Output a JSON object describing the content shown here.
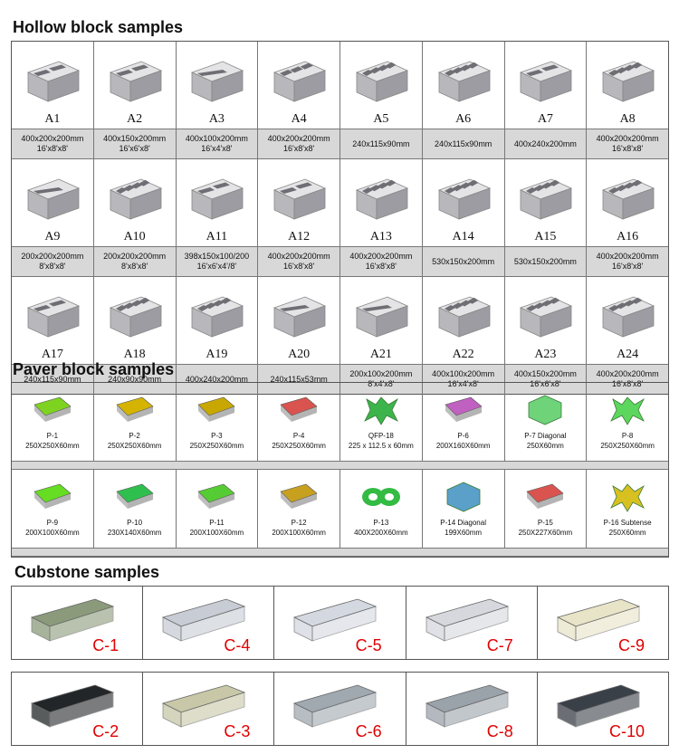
{
  "hollow": {
    "title": "Hollow block samples",
    "rows": [
      [
        {
          "code": "A1",
          "l1": "400x200x200mm",
          "l2": "16'x8'x8'"
        },
        {
          "code": "A2",
          "l1": "400x150x200mm",
          "l2": "16'x6'x8'"
        },
        {
          "code": "A3",
          "l1": "400x100x200mm",
          "l2": "16'x4'x8'"
        },
        {
          "code": "A4",
          "l1": "400x200x200mm",
          "l2": "16'x8'x8'"
        },
        {
          "code": "A5",
          "l1": "240x115x90mm",
          "l2": ""
        },
        {
          "code": "A6",
          "l1": "240x115x90mm",
          "l2": ""
        },
        {
          "code": "A7",
          "l1": "400x240x200mm",
          "l2": ""
        },
        {
          "code": "A8",
          "l1": "400x200x200mm",
          "l2": "16'x8'x8'"
        }
      ],
      [
        {
          "code": "A9",
          "l1": "200x200x200mm",
          "l2": "8'x8'x8'"
        },
        {
          "code": "A10",
          "l1": "200x200x200mm",
          "l2": "8'x8'x8'"
        },
        {
          "code": "A11",
          "l1": "398x150x100/200",
          "l2": "16'x6'x4'/8'"
        },
        {
          "code": "A12",
          "l1": "400x200x200mm",
          "l2": "16'x8'x8'"
        },
        {
          "code": "A13",
          "l1": "400x200x200mm",
          "l2": "16'x8'x8'"
        },
        {
          "code": "A14",
          "l1": "530x150x200mm",
          "l2": ""
        },
        {
          "code": "A15",
          "l1": "530x150x200mm",
          "l2": ""
        },
        {
          "code": "A16",
          "l1": "400x200x200mm",
          "l2": "16'x8'x8'"
        }
      ],
      [
        {
          "code": "A17",
          "l1": "240x115x90mm",
          "l2": ""
        },
        {
          "code": "A18",
          "l1": "240x90x90mm",
          "l2": ""
        },
        {
          "code": "A19",
          "l1": "400x240x200mm",
          "l2": ""
        },
        {
          "code": "A20",
          "l1": "240x115x53mm",
          "l2": ""
        },
        {
          "code": "A21",
          "l1": "200x100x200mm",
          "l2": "8'x4'x8'"
        },
        {
          "code": "A22",
          "l1": "400x100x200mm",
          "l2": "16'x4'x8'"
        },
        {
          "code": "A23",
          "l1": "400x150x200mm",
          "l2": "16'x6'x8'"
        },
        {
          "code": "A24",
          "l1": "400x200x200mm",
          "l2": "16'x8'x8'"
        }
      ]
    ]
  },
  "paver": {
    "title": "Paver block samples",
    "rows": [
      [
        {
          "l1": "P-1",
          "l2": "250X250X60mm",
          "color": "#7ed321"
        },
        {
          "l1": "P-2",
          "l2": "250X250X60mm",
          "color": "#d4b400"
        },
        {
          "l1": "P-3",
          "l2": "250X250X60mm",
          "color": "#c8a800"
        },
        {
          "l1": "P-4",
          "l2": "250X250X60mm",
          "color": "#d9534f"
        },
        {
          "l1": "QFP-18",
          "l2": "225 x 112.5 x 60mm",
          "color": "#3cb44b"
        },
        {
          "l1": "P-6",
          "l2": "200X160X60mm",
          "color": "#c060c0"
        },
        {
          "l1": "P-7 Diagonal",
          "l2": "250X60mm",
          "color": "#6fd37a"
        },
        {
          "l1": "P-8",
          "l2": "250X250X60mm",
          "color": "#5cd65c"
        }
      ],
      [
        {
          "l1": "P-9",
          "l2": "200X100X60mm",
          "color": "#66dd22"
        },
        {
          "l1": "P-10",
          "l2": "230X140X60mm",
          "color": "#2fbf4f"
        },
        {
          "l1": "P-11",
          "l2": "200X100X60mm",
          "color": "#55cc33"
        },
        {
          "l1": "P-12",
          "l2": "200X100X60mm",
          "color": "#c8a020"
        },
        {
          "l1": "P-13",
          "l2": "400X200X60mm",
          "color": "#33bb44"
        },
        {
          "l1": "P-14 Diagonal",
          "l2": "199X60mm",
          "color": "#5aa0c8"
        },
        {
          "l1": "P-15",
          "l2": "250X227X60mm",
          "color": "#d9534f"
        },
        {
          "l1": "P-16 Subtense",
          "l2": "250X60mm",
          "color": "#d8c020"
        }
      ]
    ]
  },
  "curb": {
    "title": "Cubstone samples",
    "rows": [
      [
        {
          "code": "C-1",
          "color": "#8a9a7a"
        },
        {
          "code": "C-4",
          "color": "#c8ccd4"
        },
        {
          "code": "C-5",
          "color": "#d4d8e0"
        },
        {
          "code": "C-7",
          "color": "#d6d8de"
        },
        {
          "code": "C-9",
          "color": "#e8e4c8"
        }
      ],
      [
        {
          "code": "C-2",
          "color": "#222628"
        },
        {
          "code": "C-3",
          "color": "#c8c8a8"
        },
        {
          "code": "C-6",
          "color": "#a0a8b0"
        },
        {
          "code": "C-8",
          "color": "#9aa2aa"
        },
        {
          "code": "C-10",
          "color": "#3a4048"
        }
      ]
    ]
  }
}
